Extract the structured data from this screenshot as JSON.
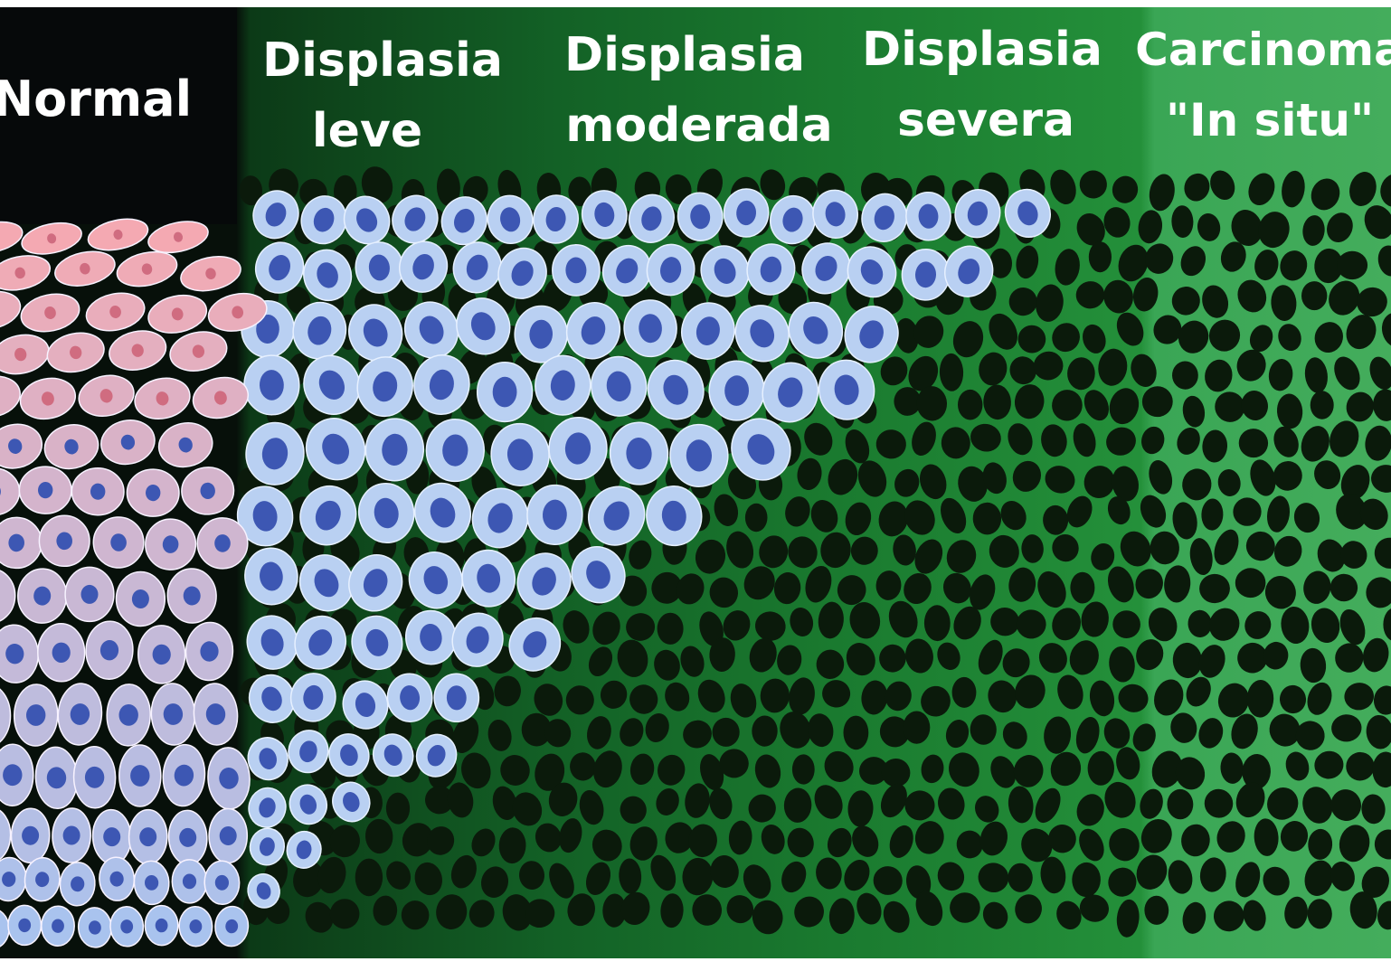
{
  "stages": [
    {
      "id": "normal",
      "line1": "Normal",
      "line2": "",
      "bg": "#0a0f0c"
    },
    {
      "id": "leve",
      "line1": "Displasia",
      "line2": "leve",
      "bg": "#0f4a1c"
    },
    {
      "id": "moderada",
      "line1": "Displasia",
      "line2": "moderada",
      "bg": "#156b26"
    },
    {
      "id": "severa",
      "line1": "Displasia",
      "line2": "severa",
      "bg": "#1e8a33"
    },
    {
      "id": "carcinoma",
      "line1": "Carcinoma",
      "line2": "\"In situ\"",
      "bg": "#3aa655"
    }
  ],
  "colors": {
    "normal_cell_top": "#f4a9b2",
    "normal_cell_bottom": "#a9c3ee",
    "dysplasia_cell": "#b9d0f2",
    "nucleus_blue": "#3d57b3",
    "abnormal_nucleus": "#0b1a0b",
    "accent_green": "#2d9a45"
  }
}
